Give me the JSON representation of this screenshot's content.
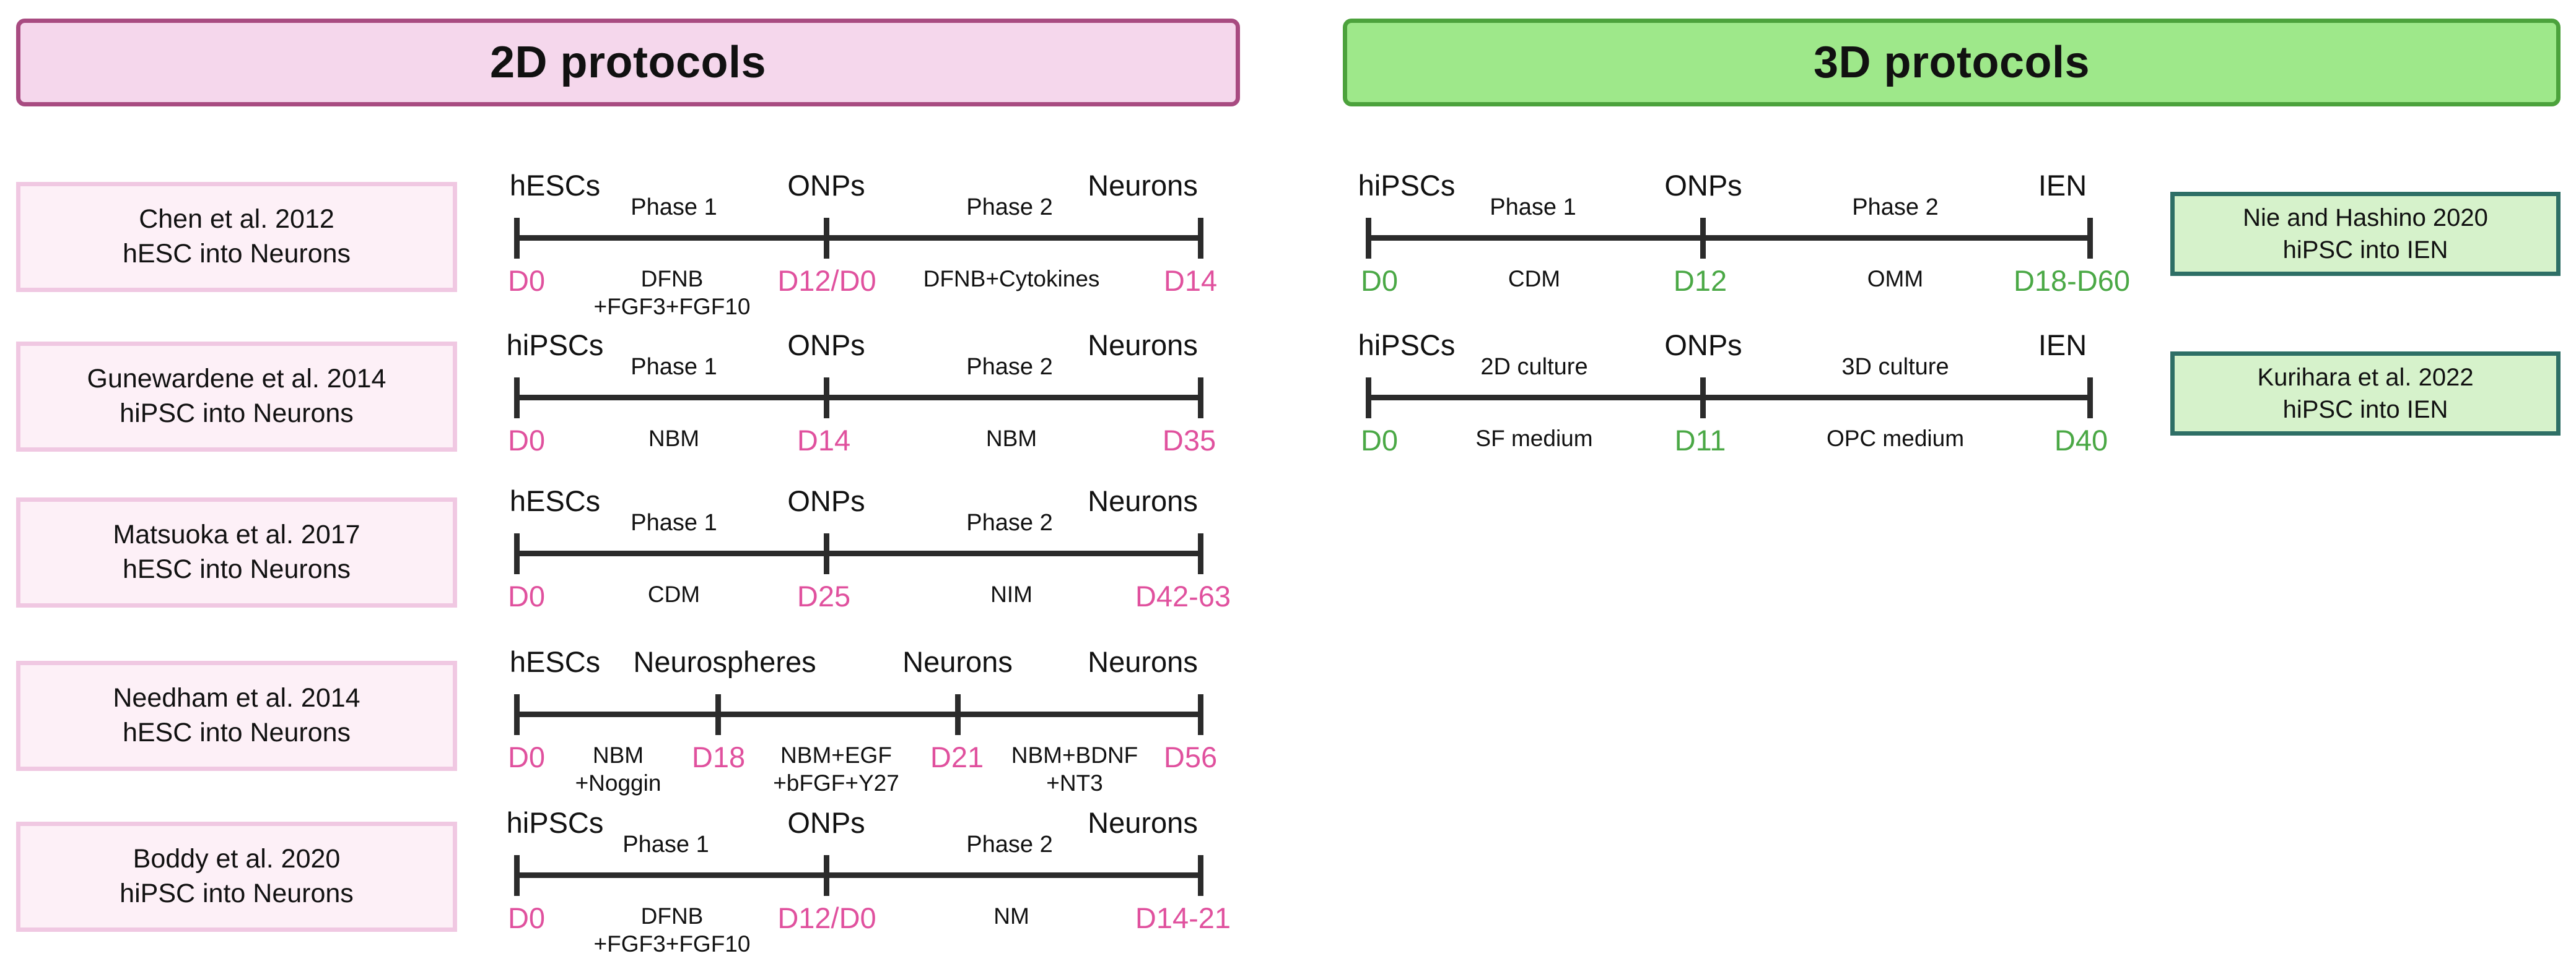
{
  "headers": {
    "two_d": "2D protocols",
    "three_d": "3D protocols"
  },
  "two_d_protocols": [
    {
      "label_lines": [
        "Chen et al. 2012",
        "hESC into Neurons"
      ],
      "nodes": [
        "hESCs",
        "ONPs",
        "Neurons"
      ],
      "phases": [
        "Phase 1",
        "Phase 2"
      ],
      "days": [
        "D0",
        "D12/D0",
        "D14"
      ],
      "media": [
        [
          "DFNB",
          "+FGF3+FGF10"
        ],
        [
          "DFNB+Cytokines"
        ]
      ]
    },
    {
      "label_lines": [
        "Gunewardene et al. 2014",
        "hiPSC into Neurons"
      ],
      "nodes": [
        "hiPSCs",
        "ONPs",
        "Neurons"
      ],
      "phases": [
        "Phase 1",
        "Phase 2"
      ],
      "days": [
        "D0",
        "D14",
        "D35"
      ],
      "media": [
        [
          "NBM"
        ],
        [
          "NBM"
        ]
      ]
    },
    {
      "label_lines": [
        "Matsuoka et al. 2017",
        "hESC into Neurons"
      ],
      "nodes": [
        "hESCs",
        "ONPs",
        "Neurons"
      ],
      "phases": [
        "Phase 1",
        "Phase 2"
      ],
      "days": [
        "D0",
        "D25",
        "D42-63"
      ],
      "media": [
        [
          "CDM"
        ],
        [
          "NIM"
        ]
      ]
    },
    {
      "label_lines": [
        "Needham et al. 2014",
        "hESC into Neurons"
      ],
      "nodes": [
        "hESCs",
        "Neurospheres",
        "Neurons",
        "Neurons"
      ],
      "phases": [],
      "days": [
        "D0",
        "D18",
        "D21",
        "D56"
      ],
      "media": [
        [
          "NBM",
          "+Noggin"
        ],
        [
          "NBM+EGF",
          "+bFGF+Y27"
        ],
        [
          "NBM+BDNF",
          "+NT3"
        ]
      ]
    },
    {
      "label_lines": [
        "Boddy et al. 2020",
        "hiPSC into Neurons"
      ],
      "nodes": [
        "hiPSCs",
        "ONPs",
        "Neurons"
      ],
      "phases": [
        "Phase 1",
        "Phase 2"
      ],
      "days": [
        "D0",
        "D12/D0",
        "D14-21"
      ],
      "media": [
        [
          "DFNB",
          "+FGF3+FGF10"
        ],
        [
          "NM"
        ]
      ]
    }
  ],
  "three_d_protocols": [
    {
      "label_lines": [
        "Nie and Hashino 2020",
        "hiPSC into IEN"
      ],
      "nodes": [
        "hiPSCs",
        "ONPs",
        "IEN"
      ],
      "phases": [
        "Phase 1",
        "Phase 2"
      ],
      "days": [
        "D0",
        "D12",
        "D18-D60"
      ],
      "media": [
        [
          "CDM"
        ],
        [
          "OMM"
        ]
      ]
    },
    {
      "label_lines": [
        "Kurihara et al. 2022",
        "hiPSC into IEN"
      ],
      "nodes": [
        "hiPSCs",
        "ONPs",
        "IEN"
      ],
      "phases": [
        "2D culture",
        "3D culture"
      ],
      "days": [
        "D0",
        "D11",
        "D40"
      ],
      "media": [
        [
          "SF medium"
        ],
        [
          "OPC medium"
        ]
      ]
    }
  ],
  "colors": {
    "banner_2d_fill": "#f5d7ec",
    "banner_2d_border": "#a84b81",
    "banner_3d_fill": "#9ee88a",
    "banner_3d_border": "#4ca23c",
    "study_box_pink_fill": "#fdf0f7",
    "study_box_pink_border": "#f0c8e2",
    "study_box_green_fill": "#d6f2cb",
    "study_box_green_border": "#2e6f66",
    "day_magenta": "#e0519e",
    "day_green": "#4aa845",
    "axis": "#2b2b2b"
  }
}
